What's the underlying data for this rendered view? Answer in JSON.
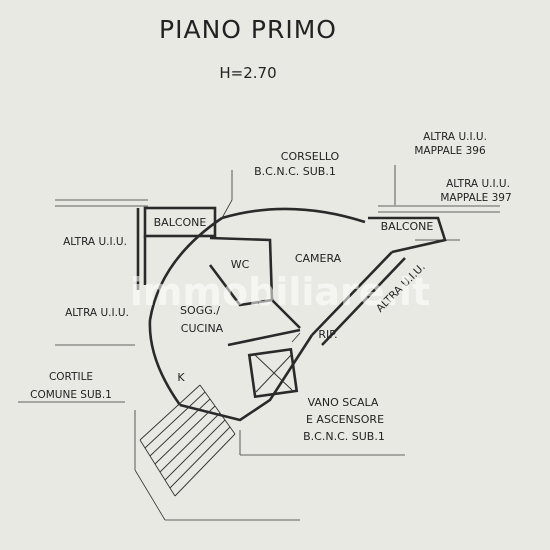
{
  "header": {
    "title": "PIANO PRIMO",
    "height": "H=2.70"
  },
  "labels": {
    "corsello_1": "CORSELLO",
    "corsello_2": "B.C.N.C. SUB.1",
    "altra_396_1": "ALTRA U.I.U.",
    "altra_396_2": "MAPPALE 396",
    "altra_397_1": "ALTRA U.I.U.",
    "altra_397_2": "MAPPALE 397",
    "altra_left_top": "ALTRA U.I.U.",
    "altra_left_mid": "ALTRA U.I.U.",
    "altra_diag": "ALTRA U.I.U.",
    "balcone_left": "BALCONE",
    "balcone_right": "BALCONE",
    "wc": "WC",
    "camera": "CAMERA",
    "sogg_1": "SOGG./",
    "sogg_2": "CUCINA",
    "rip": "RIP.",
    "k": "K",
    "cortile_1": "CORTILE",
    "cortile_2": "COMUNE SUB.1",
    "vano_1": "VANO SCALA",
    "vano_2": "E ASCENSORE",
    "vano_3": "B.C.N.C. SUB.1"
  },
  "watermark": "immobiliare.it",
  "colors": {
    "paper": "#e9e9e4",
    "ink": "#2a2a2a"
  }
}
